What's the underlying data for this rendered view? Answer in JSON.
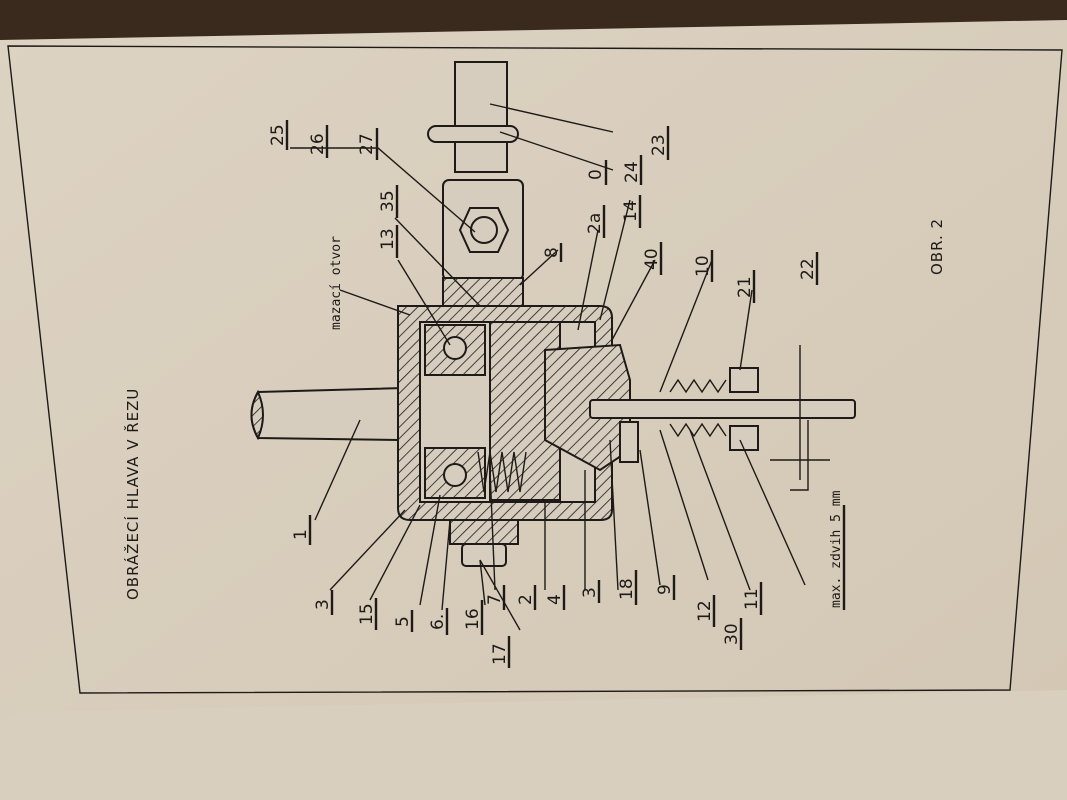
{
  "title": "OBRÁŽECÍ HLAVA V ŘEZU",
  "figure": "OBR. 2",
  "note_lubrication": "mazací otvor",
  "note_stroke": "max. zdvih 5 mm",
  "labels": {
    "l25": "25",
    "l26": "26",
    "l27": "27",
    "l23": "23",
    "l0": "0",
    "l24": "24",
    "l35": "35",
    "l13": "13",
    "l2a": "2a",
    "l14": "14",
    "l8": "8",
    "l40": "40",
    "l10": "10",
    "l21": "21",
    "l22": "22",
    "l1": "1",
    "l3a": "3",
    "l15": "15",
    "l5": "5",
    "l6": "6.",
    "l16": "16",
    "l17": "17",
    "l7": "7",
    "l2": "2",
    "l4": "4",
    "l3b": "3",
    "l18": "18",
    "l9": "9",
    "l12": "12",
    "l30": "30",
    "l11": "11"
  }
}
